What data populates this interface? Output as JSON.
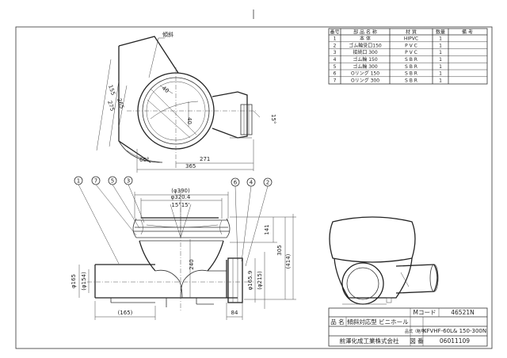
{
  "parts_table": {
    "headers": [
      "番号",
      "部 品 名 称",
      "材 質",
      "数量",
      "備 考"
    ],
    "rows": [
      [
        "1",
        "本 体",
        "HIPVC",
        "1",
        ""
      ],
      [
        "2",
        "ゴム輪受口150",
        "P V C",
        "1",
        ""
      ],
      [
        "3",
        "接続口 300",
        "P V C",
        "1",
        ""
      ],
      [
        "4",
        "ゴム輪 150",
        "S B R",
        "1",
        ""
      ],
      [
        "5",
        "ゴム輪 300",
        "S B R",
        "1",
        ""
      ],
      [
        "6",
        "Oリング 150",
        "S B R",
        "1",
        ""
      ],
      [
        "7",
        "Oリング 300",
        "S B R",
        "1",
        ""
      ]
    ]
  },
  "top_view": {
    "callout": "傾斜",
    "dims": {
      "d155": "155",
      "d265": "265",
      "d275": "275",
      "d40a": "40",
      "d40b": "40",
      "d15": "15°",
      "d60": "60°",
      "d271": "271",
      "d365": "365"
    }
  },
  "front_view": {
    "dims": {
      "d390": "(φ390)",
      "d320": "φ320.4",
      "d15": "15°15'",
      "d141": "141",
      "d305": "305",
      "d414": "(414)",
      "d240": "240",
      "d165": "φ165",
      "d154": "(φ154)",
      "d1659": "φ165.9",
      "d215": "(φ215)",
      "d84": "84",
      "d165b": "(165)"
    },
    "bubbles": [
      "1",
      "7",
      "5",
      "3",
      "6",
      "4",
      "2"
    ]
  },
  "title_block": {
    "code_label": "Mコード",
    "code_value": "46521N",
    "name_label": "品 名",
    "name_value": "傾斜対応型 ビニホール",
    "model_label": "品式（略号）",
    "model_value": "KFVHF-60L& 150-300N",
    "company": "前澤化成工業株式会社",
    "no_label": "図 番",
    "no_value": "06011109"
  }
}
